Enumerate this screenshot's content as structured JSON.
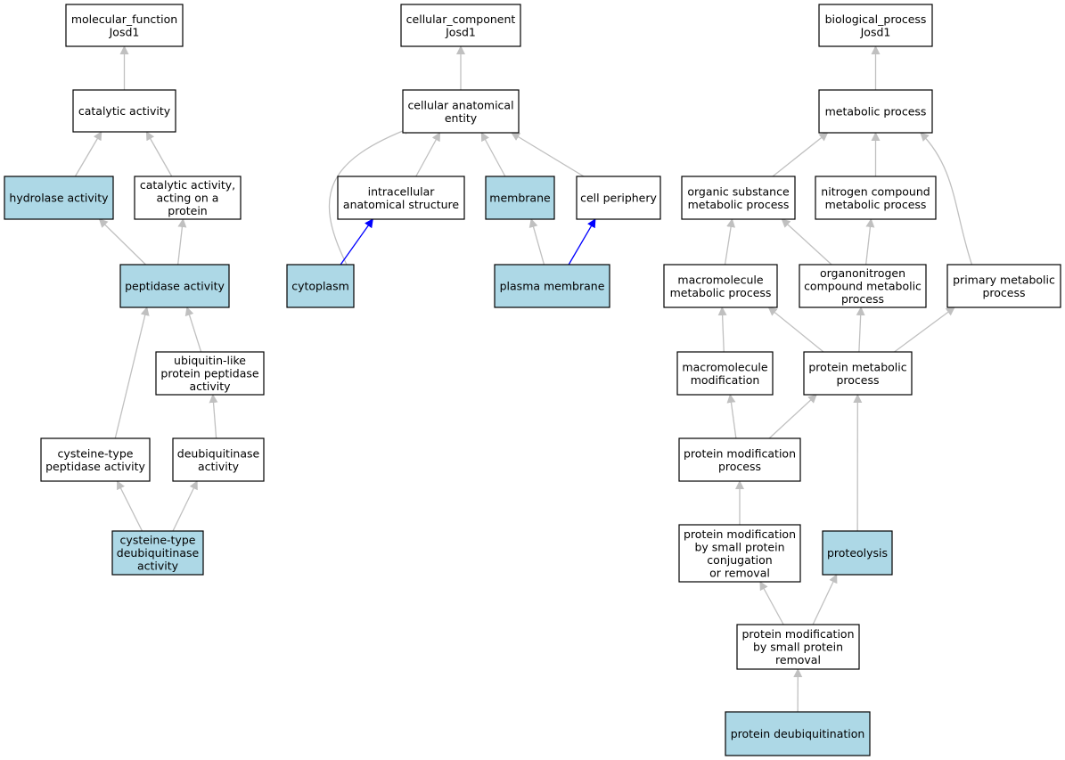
{
  "colors": {
    "highlight_fill": "#add8e6",
    "plain_fill": "#ffffff",
    "edge_default": "#c0c0c0",
    "edge_highlight": "#0000ff"
  },
  "nodes": [
    {
      "id": "mf_root",
      "lines": [
        "molecular_function",
        "Josd1"
      ],
      "highlight": false
    },
    {
      "id": "catalytic",
      "lines": [
        "catalytic activity"
      ],
      "highlight": false
    },
    {
      "id": "hydrolase",
      "lines": [
        "hydrolase activity"
      ],
      "highlight": true
    },
    {
      "id": "catalytic_protein",
      "lines": [
        "catalytic activity,",
        "acting on a",
        "protein"
      ],
      "highlight": false
    },
    {
      "id": "peptidase",
      "lines": [
        "peptidase activity"
      ],
      "highlight": true
    },
    {
      "id": "ubl_peptidase",
      "lines": [
        "ubiquitin-like",
        "protein peptidase",
        "activity"
      ],
      "highlight": false
    },
    {
      "id": "cys_peptidase",
      "lines": [
        "cysteine-type",
        "peptidase activity"
      ],
      "highlight": false
    },
    {
      "id": "deubiquitinase",
      "lines": [
        "deubiquitinase",
        "activity"
      ],
      "highlight": false
    },
    {
      "id": "cys_deubiquitinase",
      "lines": [
        "cysteine-type",
        "deubiquitinase",
        "activity"
      ],
      "highlight": true
    },
    {
      "id": "cc_root",
      "lines": [
        "cellular_component",
        "Josd1"
      ],
      "highlight": false
    },
    {
      "id": "anat_entity",
      "lines": [
        "cellular anatomical",
        "entity"
      ],
      "highlight": false
    },
    {
      "id": "intracellular",
      "lines": [
        "intracellular",
        "anatomical structure"
      ],
      "highlight": false
    },
    {
      "id": "membrane",
      "lines": [
        "membrane"
      ],
      "highlight": true
    },
    {
      "id": "periphery",
      "lines": [
        "cell periphery"
      ],
      "highlight": false
    },
    {
      "id": "cytoplasm",
      "lines": [
        "cytoplasm"
      ],
      "highlight": true
    },
    {
      "id": "plasma_membrane",
      "lines": [
        "plasma membrane"
      ],
      "highlight": true
    },
    {
      "id": "bp_root",
      "lines": [
        "biological_process",
        "Josd1"
      ],
      "highlight": false
    },
    {
      "id": "metabolic",
      "lines": [
        "metabolic process"
      ],
      "highlight": false
    },
    {
      "id": "organic_sub",
      "lines": [
        "organic substance",
        "metabolic process"
      ],
      "highlight": false
    },
    {
      "id": "nitrogen",
      "lines": [
        "nitrogen compound",
        "metabolic process"
      ],
      "highlight": false
    },
    {
      "id": "macromolecule_met",
      "lines": [
        "macromolecule",
        "metabolic process"
      ],
      "highlight": false
    },
    {
      "id": "organonitrogen",
      "lines": [
        "organonitrogen",
        "compound metabolic",
        "process"
      ],
      "highlight": false
    },
    {
      "id": "primary_met",
      "lines": [
        "primary metabolic",
        "process"
      ],
      "highlight": false
    },
    {
      "id": "macromolecule_mod",
      "lines": [
        "macromolecule",
        "modification"
      ],
      "highlight": false
    },
    {
      "id": "protein_met",
      "lines": [
        "protein metabolic",
        "process"
      ],
      "highlight": false
    },
    {
      "id": "protein_mod",
      "lines": [
        "protein modification",
        "process"
      ],
      "highlight": false
    },
    {
      "id": "protein_mod_small",
      "lines": [
        "protein modification",
        "by small protein",
        "conjugation",
        "or removal"
      ],
      "highlight": false
    },
    {
      "id": "proteolysis",
      "lines": [
        "proteolysis"
      ],
      "highlight": true
    },
    {
      "id": "protein_mod_removal",
      "lines": [
        "protein modification",
        "by small protein",
        "removal"
      ],
      "highlight": false
    },
    {
      "id": "deubiquitination",
      "lines": [
        "protein deubiquitination"
      ],
      "highlight": true
    }
  ],
  "edges": [
    {
      "from": "catalytic",
      "to": "mf_root",
      "highlight": false
    },
    {
      "from": "hydrolase",
      "to": "catalytic",
      "highlight": false
    },
    {
      "from": "catalytic_protein",
      "to": "catalytic",
      "highlight": false
    },
    {
      "from": "peptidase",
      "to": "hydrolase",
      "highlight": false
    },
    {
      "from": "peptidase",
      "to": "catalytic_protein",
      "highlight": false
    },
    {
      "from": "ubl_peptidase",
      "to": "peptidase",
      "highlight": false
    },
    {
      "from": "cys_peptidase",
      "to": "peptidase",
      "highlight": false
    },
    {
      "from": "deubiquitinase",
      "to": "ubl_peptidase",
      "highlight": false
    },
    {
      "from": "cys_deubiquitinase",
      "to": "cys_peptidase",
      "highlight": false
    },
    {
      "from": "cys_deubiquitinase",
      "to": "deubiquitinase",
      "highlight": false
    },
    {
      "from": "anat_entity",
      "to": "cc_root",
      "highlight": false
    },
    {
      "from": "cytoplasm",
      "to": "anat_entity",
      "highlight": false
    },
    {
      "from": "intracellular",
      "to": "anat_entity",
      "highlight": false
    },
    {
      "from": "membrane",
      "to": "anat_entity",
      "highlight": false
    },
    {
      "from": "periphery",
      "to": "anat_entity",
      "highlight": false
    },
    {
      "from": "cytoplasm",
      "to": "intracellular",
      "highlight": true
    },
    {
      "from": "plasma_membrane",
      "to": "membrane",
      "highlight": false
    },
    {
      "from": "plasma_membrane",
      "to": "periphery",
      "highlight": true
    },
    {
      "from": "metabolic",
      "to": "bp_root",
      "highlight": false
    },
    {
      "from": "organic_sub",
      "to": "metabolic",
      "highlight": false
    },
    {
      "from": "nitrogen",
      "to": "metabolic",
      "highlight": false
    },
    {
      "from": "primary_met",
      "to": "metabolic",
      "highlight": false
    },
    {
      "from": "macromolecule_met",
      "to": "organic_sub",
      "highlight": false
    },
    {
      "from": "organonitrogen",
      "to": "organic_sub",
      "highlight": false
    },
    {
      "from": "organonitrogen",
      "to": "nitrogen",
      "highlight": false
    },
    {
      "from": "macromolecule_mod",
      "to": "macromolecule_met",
      "highlight": false
    },
    {
      "from": "protein_met",
      "to": "macromolecule_met",
      "highlight": false
    },
    {
      "from": "protein_met",
      "to": "organonitrogen",
      "highlight": false
    },
    {
      "from": "protein_met",
      "to": "primary_met",
      "highlight": false
    },
    {
      "from": "protein_mod",
      "to": "macromolecule_mod",
      "highlight": false
    },
    {
      "from": "protein_mod",
      "to": "protein_met",
      "highlight": false
    },
    {
      "from": "proteolysis",
      "to": "protein_met",
      "highlight": false
    },
    {
      "from": "protein_mod_small",
      "to": "protein_mod",
      "highlight": false
    },
    {
      "from": "protein_mod_removal",
      "to": "protein_mod_small",
      "highlight": false
    },
    {
      "from": "protein_mod_removal",
      "to": "proteolysis",
      "highlight": false
    },
    {
      "from": "deubiquitination",
      "to": "protein_mod_removal",
      "highlight": false
    }
  ]
}
